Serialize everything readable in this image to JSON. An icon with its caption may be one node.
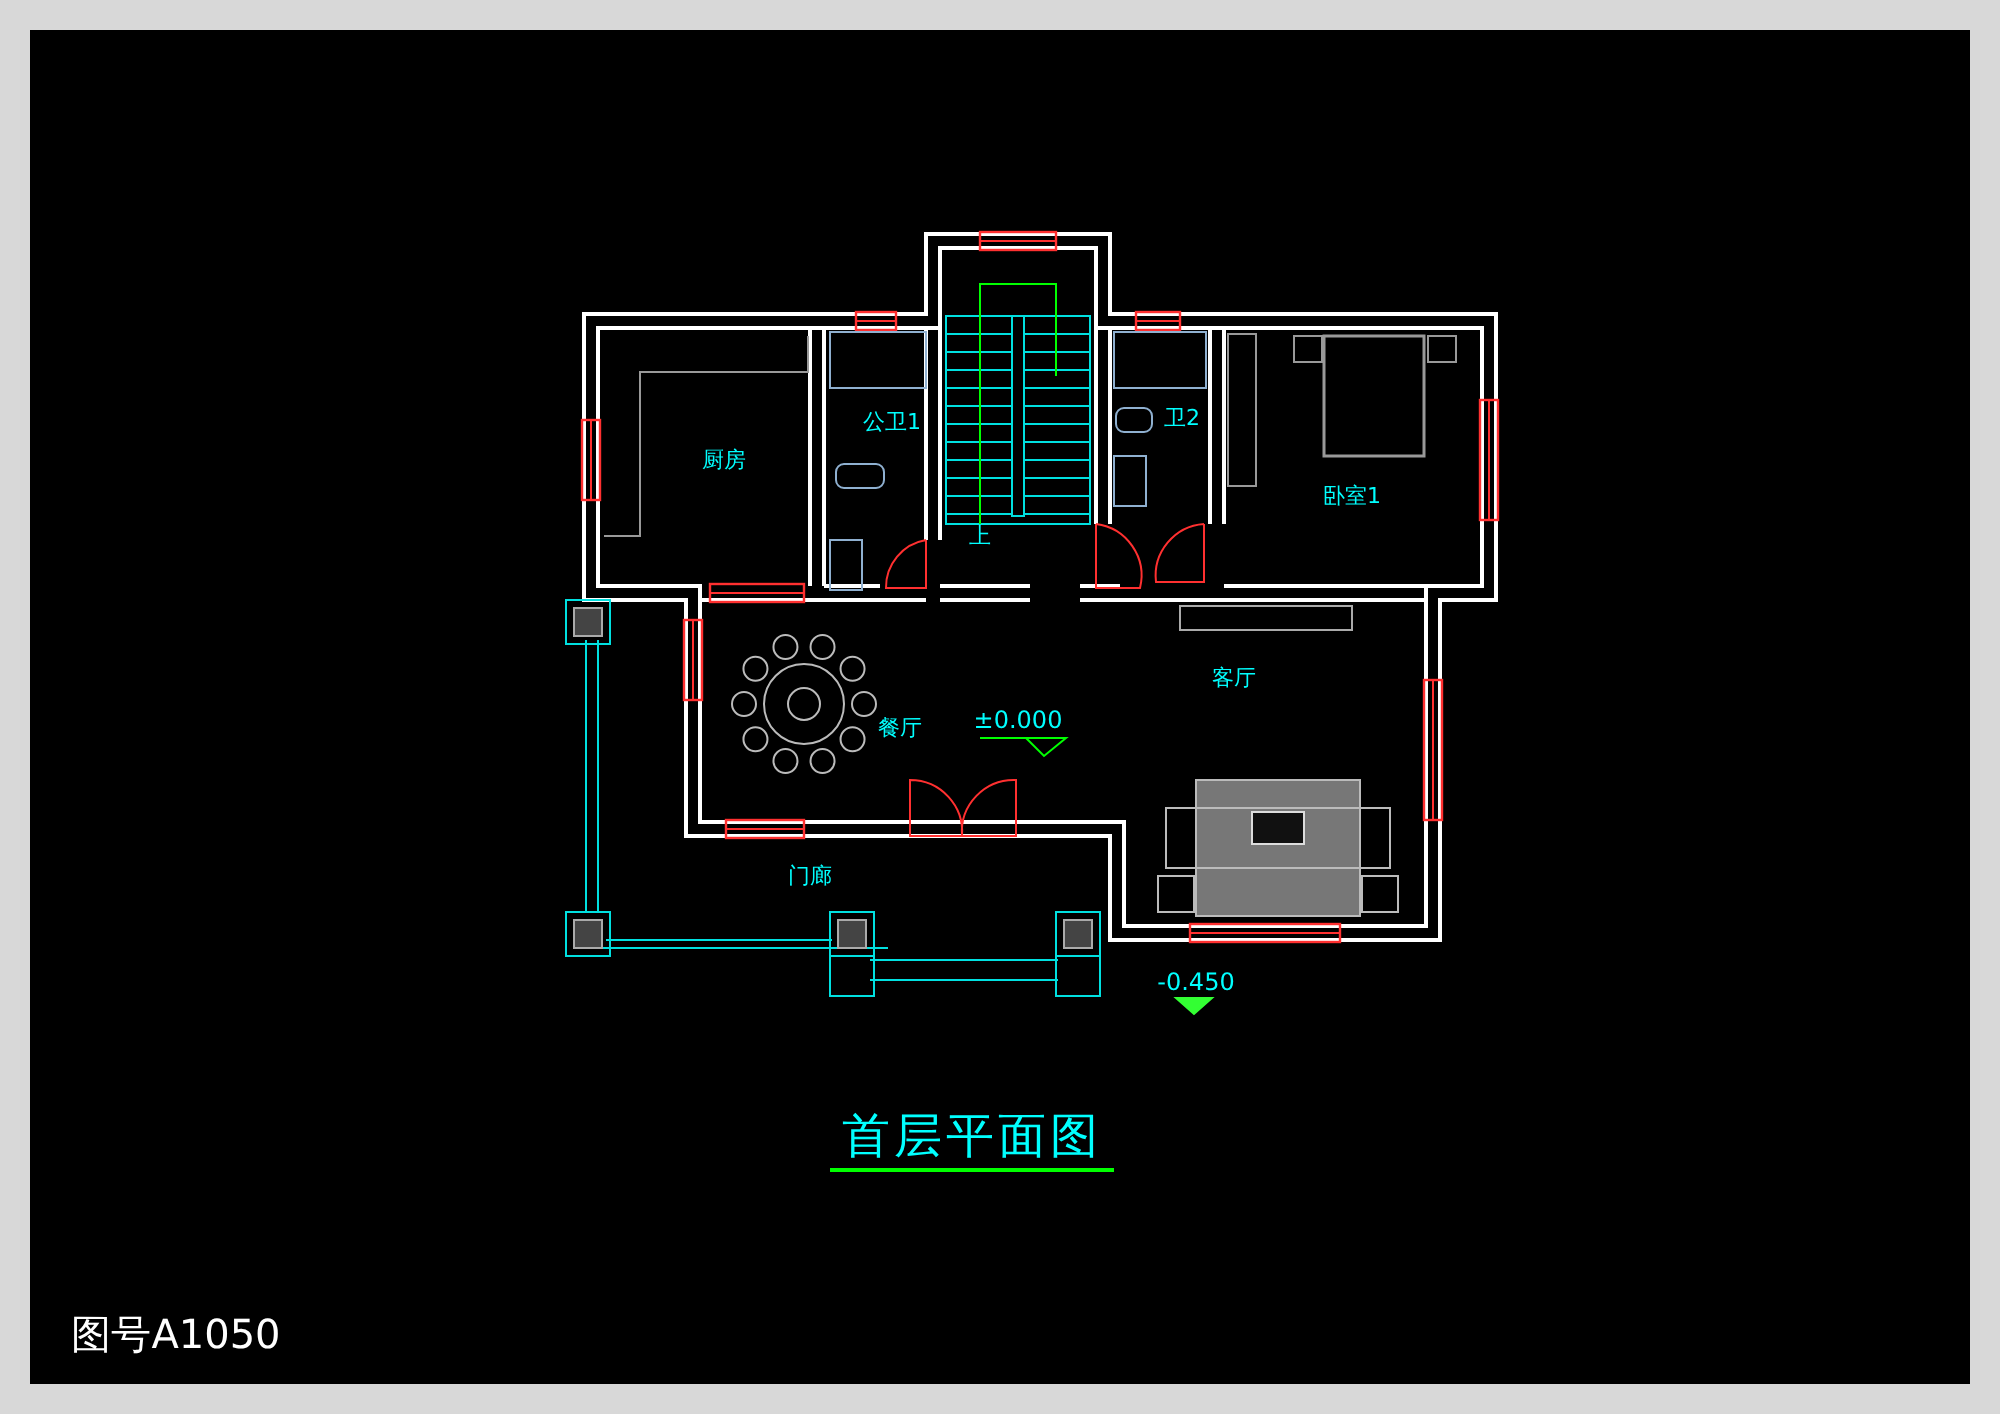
{
  "diagram": {
    "title": "首层平面图",
    "labels": [
      "厨房",
      "公卫1",
      "卫2",
      "卧室1",
      "上",
      "餐厅",
      "客厅",
      "±0.000",
      "门廊",
      "-0.450",
      "图号A1050"
    ]
  }
}
